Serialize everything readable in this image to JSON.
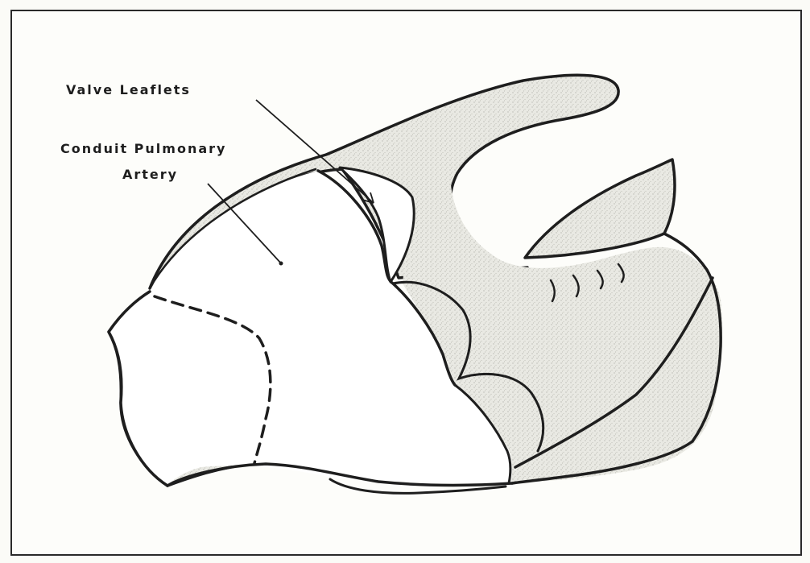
{
  "labels": {
    "valve_leaflets": "Valve  Leaflets",
    "conduit_line1": "Conduit  Pulmonary",
    "conduit_line2": "Artery"
  },
  "colors": {
    "ink": "#1e1e1e",
    "shade": "#cfcfc8",
    "paper": "#fdfdfa"
  }
}
